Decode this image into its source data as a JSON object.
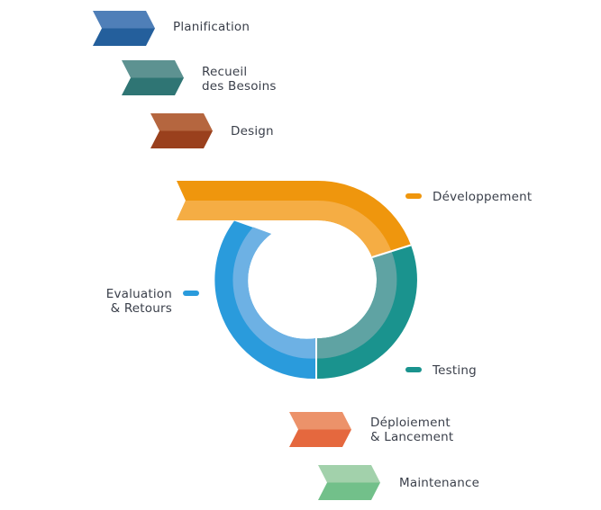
{
  "steps": [
    {
      "id": "planification",
      "lines": [
        "Planification"
      ],
      "color_top": "#4f7fb8",
      "color_bottom": "#245f9c"
    },
    {
      "id": "recueil",
      "lines": [
        "Recueil",
        "des Besoins"
      ],
      "color_top": "#5d9291",
      "color_bottom": "#2f7574"
    },
    {
      "id": "design",
      "lines": [
        "Design"
      ],
      "color_top": "#b5663f",
      "color_bottom": "#9a401d"
    },
    {
      "id": "deploiement",
      "lines": [
        "Déploiement",
        "& Lancement"
      ],
      "color_top": "#ec926a",
      "color_bottom": "#e5683e"
    },
    {
      "id": "maintenance",
      "lines": [
        "Maintenance"
      ],
      "color_top": "#a2d1ab",
      "color_bottom": "#72c08a"
    }
  ],
  "cycle": [
    {
      "id": "developpement",
      "label": [
        "Développement"
      ],
      "outer": "#ef960d",
      "inner": "#f5ad44"
    },
    {
      "id": "testing",
      "label": [
        "Testing"
      ],
      "outer": "#1a938e",
      "inner": "#5fa3a3"
    },
    {
      "id": "evaluation",
      "label": [
        "Evaluation",
        "& Retours"
      ],
      "outer": "#2a9bdc",
      "inner": "#6db1e4"
    }
  ]
}
